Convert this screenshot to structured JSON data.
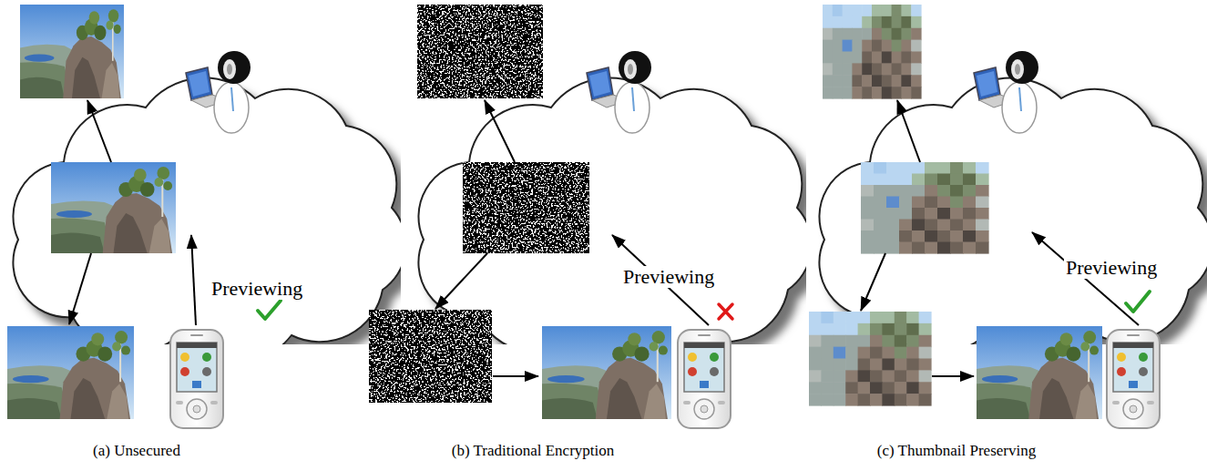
{
  "diagram": {
    "labels": [
      "Previewing",
      "(a) Unsecured",
      "Previewing",
      "(b) Traditional Encryption",
      "Previewing",
      "(c) Thumbnail Preserving"
    ]
  }
}
